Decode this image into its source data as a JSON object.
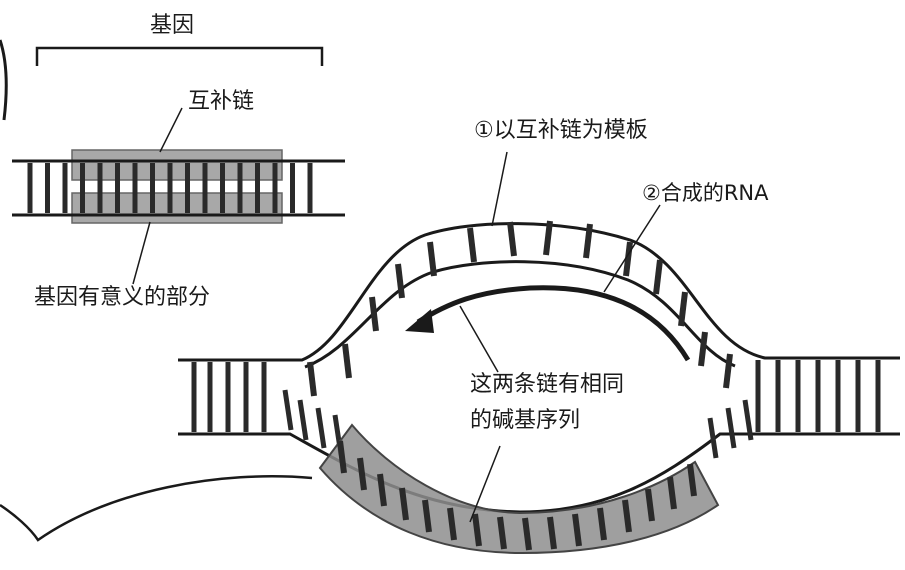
{
  "labels": {
    "gene": "基因",
    "complementary_strand": "互补链",
    "meaningful_part": "基因有意义的部分",
    "step1": "①以互补链为模板",
    "step2": "②合成的RNA",
    "same_sequence_line1": "这两条链有相同",
    "same_sequence_line2": "的碱基序列"
  },
  "colors": {
    "line": "#1a1a1a",
    "rung": "#2a2a2a",
    "highlight_fill": "#9a9a9a",
    "highlight_stroke": "#555555",
    "background": "#ffffff"
  }
}
